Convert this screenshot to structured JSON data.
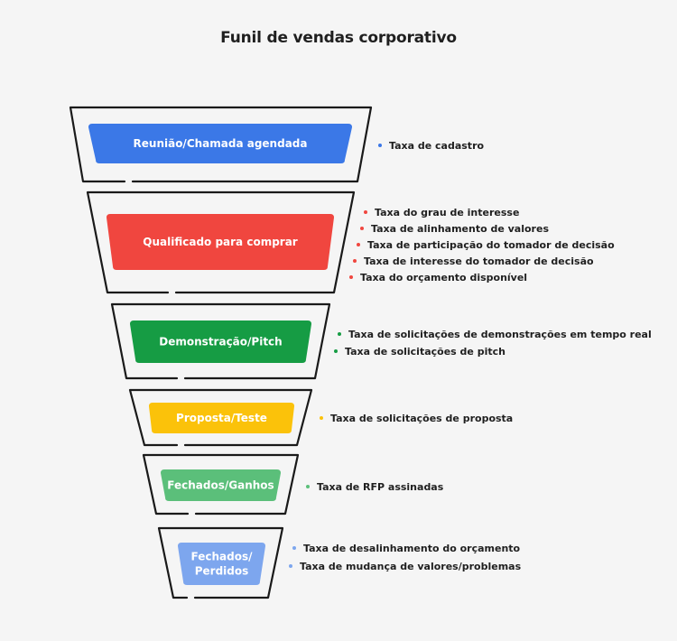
{
  "title": "Funil de vendas corporativo",
  "stages": [
    {
      "label": [
        "Reunião/Chamada agendada"
      ],
      "color": "#3b78e7",
      "metrics": [
        "Taxa de cadastro"
      ]
    },
    {
      "label": [
        "Qualificado para comprar"
      ],
      "color": "#f0463f",
      "metrics": [
        "Taxa do grau de interesse",
        "Taxa de alinhamento de valores",
        "Taxa de participação do tomador de decisão",
        "Taxa de interesse do tomador de decisão",
        "Taxa do orçamento disponível"
      ]
    },
    {
      "label": [
        "Demonstração/Pitch"
      ],
      "color": "#169c44",
      "metrics": [
        "Taxa de solicitações de demonstrações em tempo real",
        "Taxa de solicitações de pitch"
      ]
    },
    {
      "label": [
        "Proposta/Teste"
      ],
      "color": "#fbc20a",
      "metrics": [
        "Taxa de solicitações de proposta"
      ]
    },
    {
      "label": [
        "Fechados/Ganhos"
      ],
      "color": "#5bbf7a",
      "metrics": [
        "Taxa de RFP assinadas"
      ]
    },
    {
      "label": [
        "Fechados/",
        "Perdidos"
      ],
      "color": "#7da6ee",
      "metrics": [
        "Taxa de desalinhamento do orçamento",
        "Taxa de mudança de valores/problemas"
      ]
    }
  ]
}
